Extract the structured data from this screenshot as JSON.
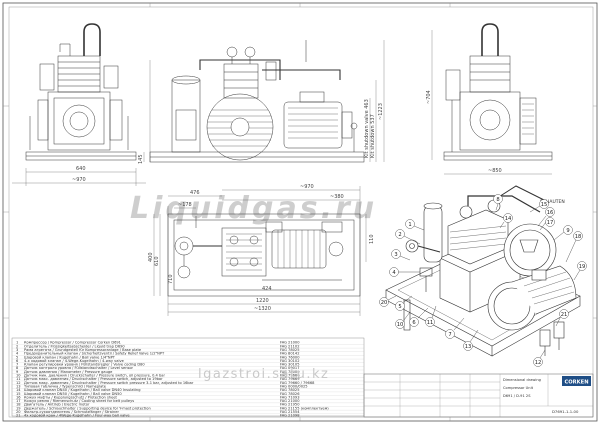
{
  "dimensions": {
    "front_width": "640",
    "front_overall": "~970",
    "front_base_h": "145",
    "front_heights": [
      "Kit shutdown valve 463",
      "Kit shutdown 537",
      "~1223"
    ],
    "side_width": "~850",
    "side_height": "~704",
    "plan_width_left": "476",
    "plan_width_right": "~970",
    "plan_380": "~380",
    "plan_178": "~178",
    "plan_610": "610",
    "plan_400": "400",
    "plan_710": "710",
    "plan_424": "424",
    "plan_1220": "1220",
    "plan_1320": "~1320",
    "plan_110": "110"
  },
  "iso_label": "SCHAUTEN",
  "balloons": [
    "1",
    "2",
    "3",
    "4",
    "5",
    "6",
    "7",
    "8",
    "9",
    "10",
    "11",
    "12",
    "13",
    "14",
    "15",
    "16",
    "17",
    "18",
    "19",
    "20",
    "21"
  ],
  "bom": [
    {
      "no": "1",
      "text": "Компрессор / Kompressor / Compressor Corken D691",
      "ref": "FAG 21000"
    },
    {
      "no": "2",
      "text": "Отделитель / Flüssigkeitsabscheider / Liquid trap D690",
      "ref": "FAG 21102"
    },
    {
      "no": "3",
      "text": "Рама агрегата / Grundgestell für Kompressoranlage / Base plate",
      "ref": "FAG 78025"
    },
    {
      "no": "4",
      "text": "Предохранительный клапан / Sicherheitsventil / Safety Relief Valve 1/2\"NPT",
      "ref": "FAG 80142"
    },
    {
      "no": "5",
      "text": "Шаровой клапан / Kugelhahn / Ball valve 1/4\"NPT",
      "ref": "FAG 76000"
    },
    {
      "no": "6",
      "text": "4-х ходовой клапан / 4-Wege-Kugelhahn / 4-way valve",
      "ref": "FAG 30102"
    },
    {
      "no": "7",
      "text": "Клапан регулировки уровня / Füllstandsregler / Valve coding D80",
      "ref": "FAG 30105"
    },
    {
      "no": "8",
      "text": "Датчик контроля уровня / Füllstandsschalter / Level sensor",
      "ref": "FAG 09017"
    },
    {
      "no": "9",
      "text": "Датчик давления / Manometer / Pressure gauge",
      "ref": "FAG 78000"
    },
    {
      "no": "10",
      "text": "Датчик мин. давления / Druckschalter / Pressure switch, oil pressure, 0.4 bar",
      "ref": "FAG 79660"
    },
    {
      "no": "11",
      "text": "Датчик макс. давления / Druckschalter / Pressure switch, adjusted to 19bar",
      "ref": "FAG 79669"
    },
    {
      "no": "12",
      "text": "Датчик макс. давления / Druckschalter / Pressure switch pressure 3-1 bar, adjusted to 16bar",
      "ref": "FAG 79660 / 79668"
    },
    {
      "no": "13",
      "text": "Типовая табличка / Typenschild / Nameplate",
      "ref": "FAG 0000/0025"
    },
    {
      "no": "14",
      "text": "Шаровой клапан DN40 / Kugelhahn / Ball valve DN40 Insulating",
      "ref": "FAG 78025"
    },
    {
      "no": "15",
      "text": "Шаровой клапан DN50 / Kugelhahn / Ball valve DN50",
      "ref": "FAG 78026"
    },
    {
      "no": "16",
      "text": "Кожух муфты / Kupplungsschutz / Protection sheet",
      "ref": "FAG 71093"
    },
    {
      "no": "17",
      "text": "Кожух ремня / Riemenschutz / Cooling sheet for belt pulleys",
      "ref": "FAG 21000"
    },
    {
      "no": "18",
      "text": "Двигатель / Antrieb / Electric motor",
      "ref": "FAG 21950"
    },
    {
      "no": "19",
      "text": "Держатель / Schlauchhalter / Supporting device for Y-mast protection",
      "ref": "FAG 21155 (комплектуем)"
    },
    {
      "no": "20",
      "text": "Фильтр-сухоотделитель / Schmutzfänger / Strainer",
      "ref": "FAG 21554"
    },
    {
      "no": "21",
      "text": "4х ходовой кран / 4Wege-Kugelhahn / Four-way ball valve",
      "ref": "FAG 21098"
    }
  ],
  "title_block": {
    "company": "CORKEN",
    "rows": [
      "Dimensional drawing",
      "Compressor Unit",
      "D691 / D-91 2S"
    ],
    "number": "D7691-1-1-00"
  },
  "watermark": {
    "top": "Liquidgas.ru",
    "bottom": "lgazstroi.satu.kz"
  }
}
